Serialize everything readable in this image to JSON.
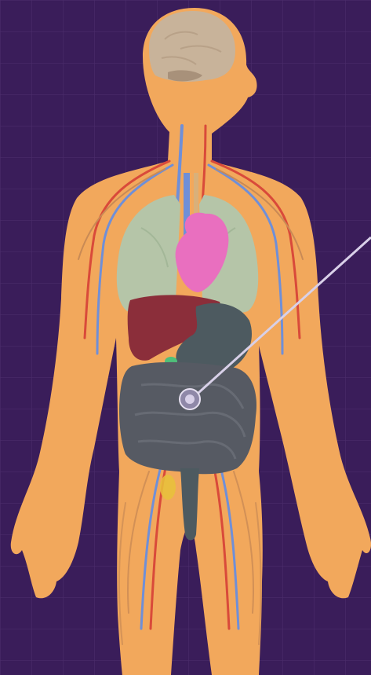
{
  "diagram": {
    "subject": "human anatomy",
    "colors": {
      "background": "#3a1d5a",
      "grid": "#4a2c6b",
      "skin": "#f2a85c",
      "brain": "#c8b39a",
      "lungs": "#b5c5a8",
      "heart": "#e96fbf",
      "liver": "#8b2e3a",
      "stomach": "#4d5a60",
      "intestines": "#565a63",
      "veins": "#6f8fd8",
      "arteries": "#d94a3a",
      "nerves": "#c98a55",
      "pointer": "#d8d0e8",
      "gallbladder": "#4fc07a"
    },
    "organs": [
      "brain",
      "lungs",
      "heart",
      "liver",
      "stomach",
      "intestines",
      "blood-vessels"
    ]
  }
}
